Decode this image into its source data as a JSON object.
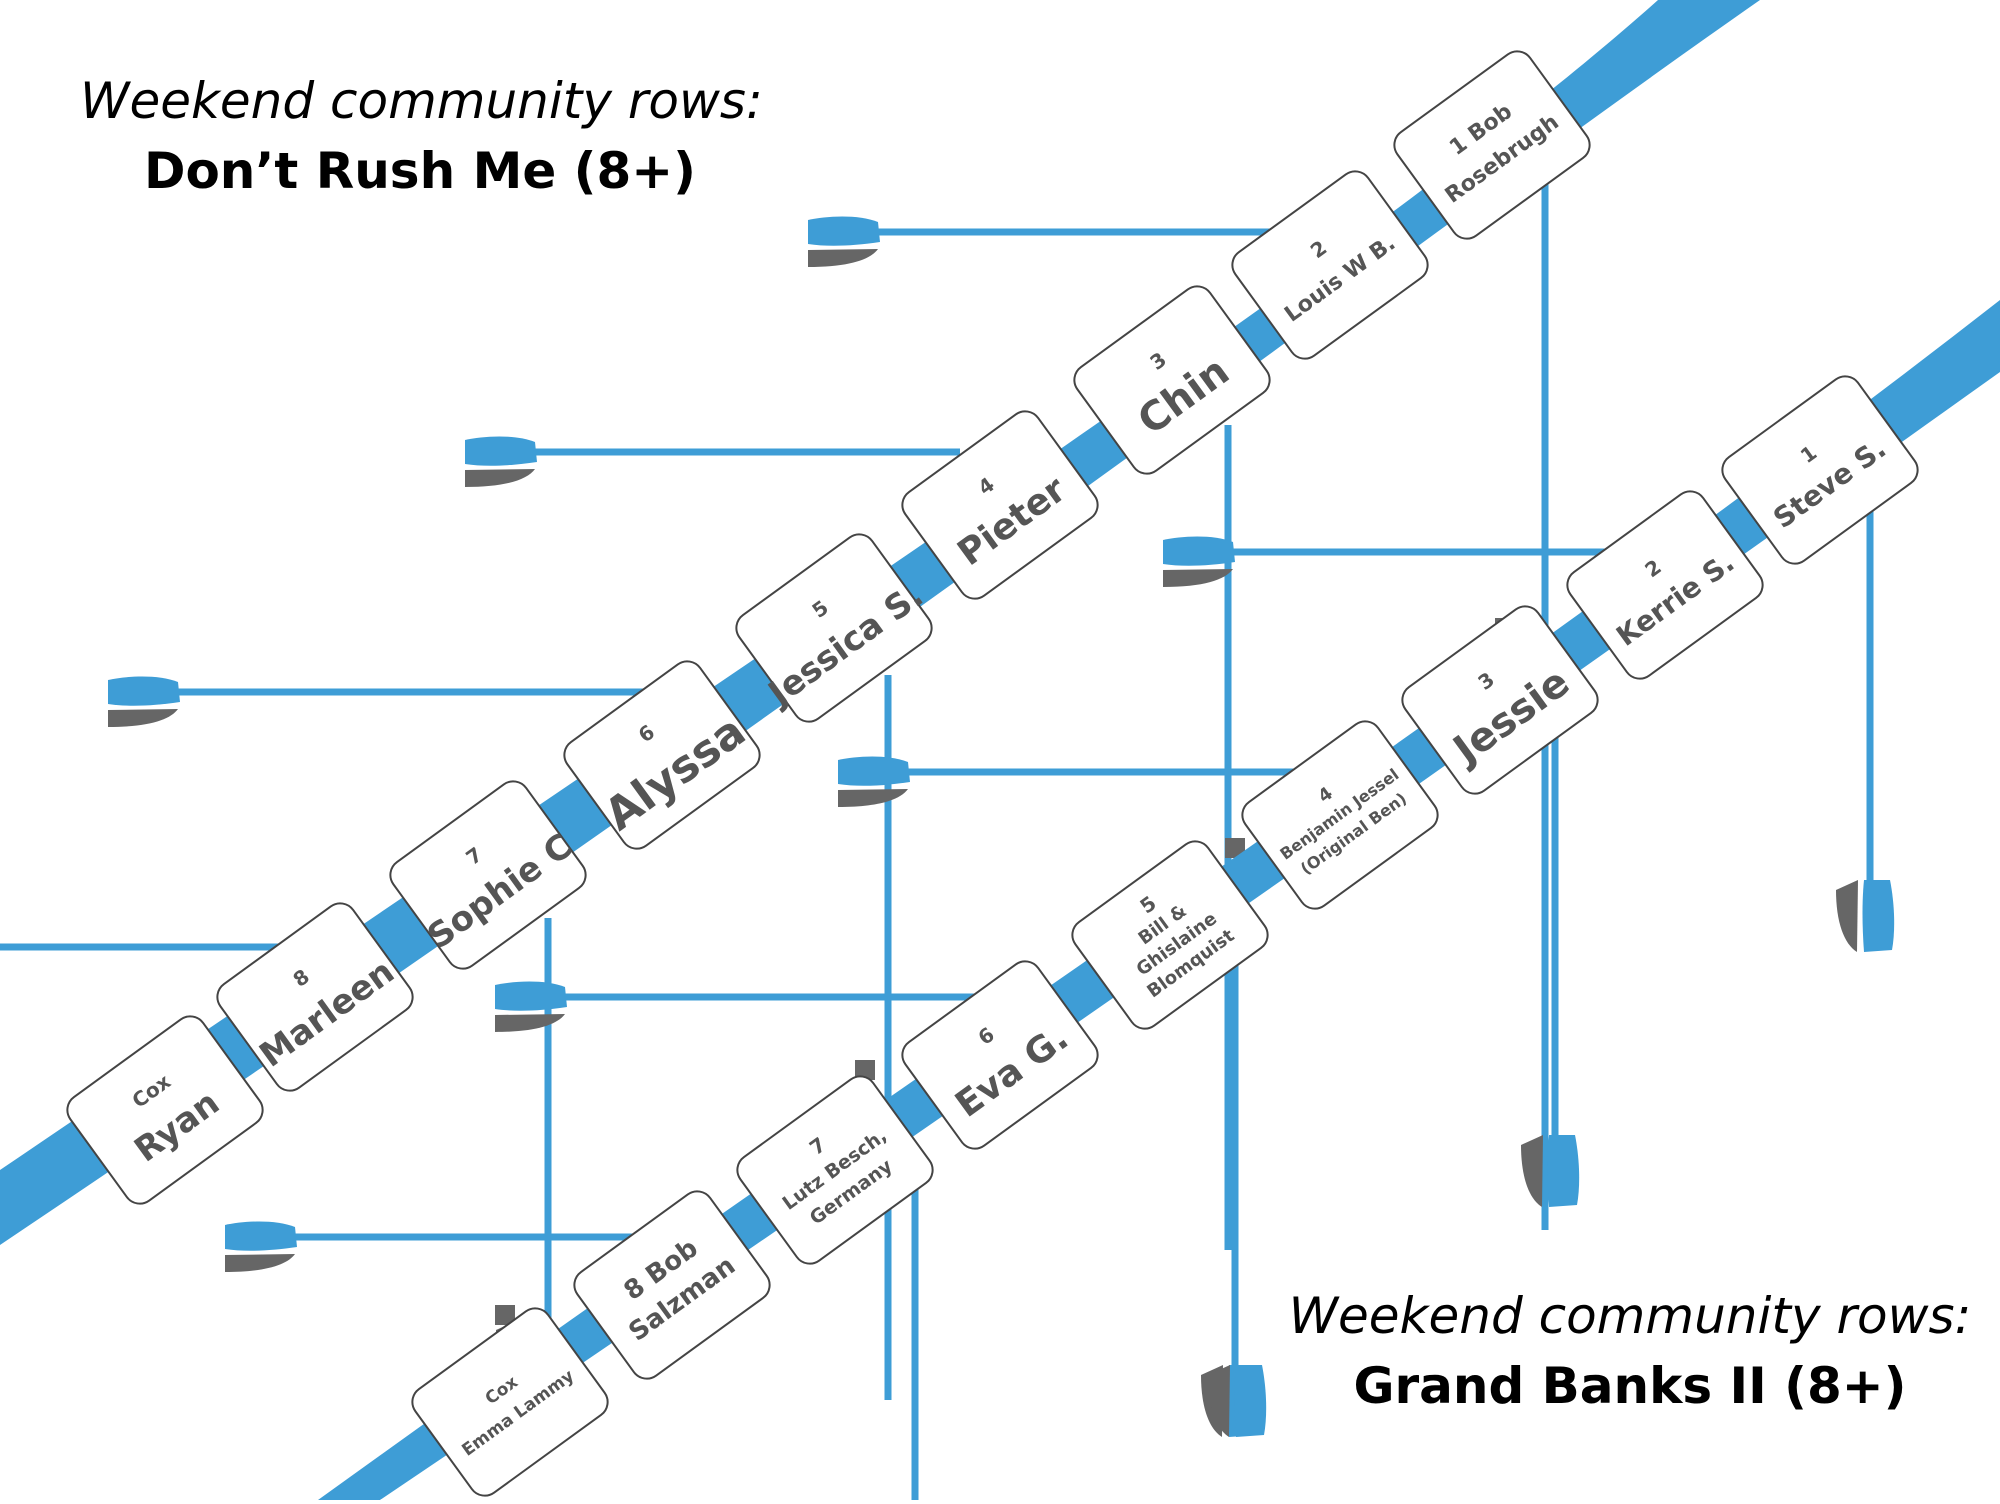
{
  "theme": {
    "accent": "#3e9dd6",
    "oar_blade_dark": "#666666",
    "card_fill": "#ffffff",
    "card_text": "#555555"
  },
  "boat1": {
    "heading": "Weekend community rows:",
    "boat_name": "Don’t Rush Me (8+)",
    "seats": [
      {
        "seat": "1",
        "name": "Bob Rosebrugh",
        "lines": [
          "1 Bob",
          "Rosebrugh"
        ]
      },
      {
        "seat": "2",
        "name": "Louis W B.",
        "lines": [
          "2",
          "Louis W B."
        ]
      },
      {
        "seat": "3",
        "name": "Chin",
        "lines": [
          "3",
          "Chin"
        ]
      },
      {
        "seat": "4",
        "name": "Pieter",
        "lines": [
          "4",
          "Pieter"
        ]
      },
      {
        "seat": "5",
        "name": "Jessica S.",
        "lines": [
          "5",
          "Jessica S."
        ]
      },
      {
        "seat": "6",
        "name": "Alyssa",
        "lines": [
          "6",
          "Alyssa"
        ]
      },
      {
        "seat": "7",
        "name": "Sophie C",
        "lines": [
          "7",
          "Sophie C"
        ]
      },
      {
        "seat": "8",
        "name": "Marleen",
        "lines": [
          "8",
          "Marleen"
        ]
      },
      {
        "seat": "Cox",
        "name": "Ryan",
        "lines": [
          "Cox",
          "Ryan"
        ]
      }
    ]
  },
  "boat2": {
    "heading": "Weekend community rows:",
    "boat_name": "Grand Banks II (8+)",
    "seats": [
      {
        "seat": "1",
        "name": "Steve S.",
        "lines": [
          "1",
          "Steve S."
        ]
      },
      {
        "seat": "2",
        "name": "Kerrie S.",
        "lines": [
          "2",
          "Kerrie S."
        ]
      },
      {
        "seat": "3",
        "name": "Jessie",
        "lines": [
          "3",
          "Jessie"
        ]
      },
      {
        "seat": "4",
        "name": "Benjamin Jessel (Original Ben)",
        "lines": [
          "4",
          "Benjamin Jessel",
          "(Original Ben)"
        ]
      },
      {
        "seat": "5",
        "name": "Bill & Ghislaine Blomquist",
        "lines": [
          "5",
          "Bill &",
          "Ghislaine",
          "Blomquist"
        ]
      },
      {
        "seat": "6",
        "name": "Eva G.",
        "lines": [
          "6",
          "Eva G."
        ]
      },
      {
        "seat": "7",
        "name": "Lutz Besch, Germany",
        "lines": [
          "7",
          "Lutz Besch,",
          "Germany"
        ]
      },
      {
        "seat": "8",
        "name": "Bob Salzman",
        "lines": [
          "8 Bob",
          "Salzman"
        ]
      },
      {
        "seat": "Cox",
        "name": "Emma Lammy",
        "lines": [
          "Cox",
          "Emma Lammy"
        ]
      }
    ]
  }
}
